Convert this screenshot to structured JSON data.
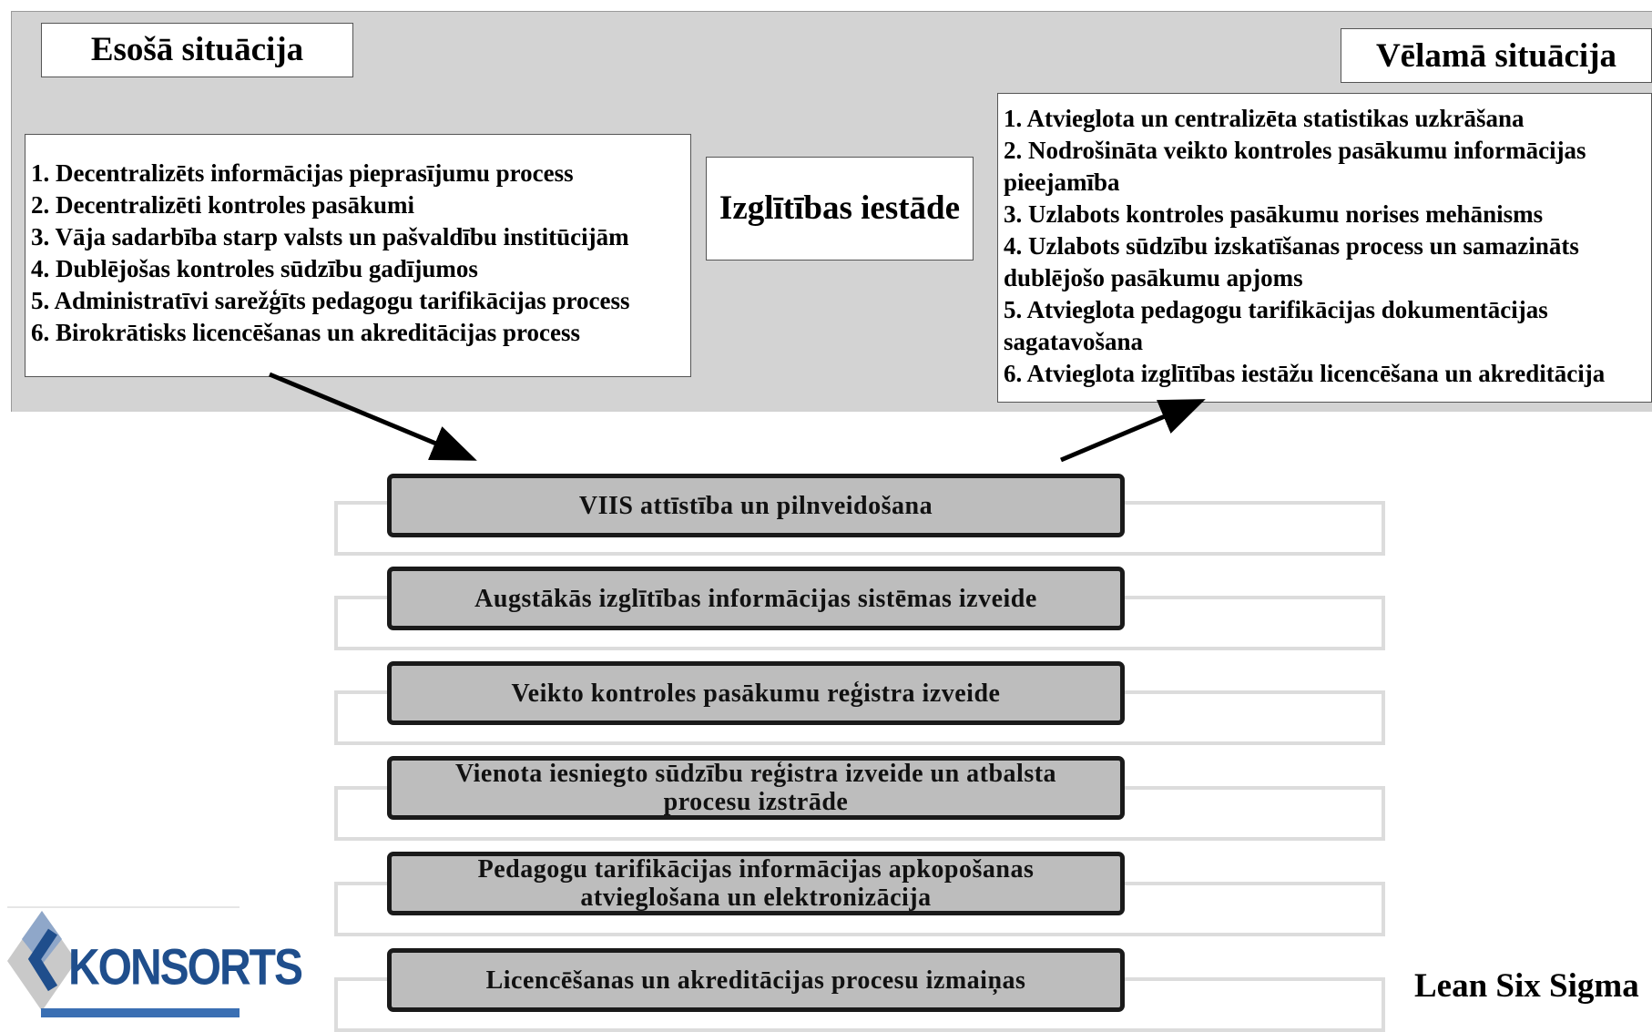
{
  "current": {
    "title": "Esošā situācija",
    "items": [
      "1. Decentralizēts informācijas pieprasījumu process",
      "2. Decentralizēti kontroles pasākumi",
      "3. Vāja sadarbība starp valsts un pašvaldību institūcijām",
      "4. Dublējošas kontroles sūdzību gadījumos",
      "5. Administratīvi sarežģīts pedagogu tarifikācijas process",
      "6. Birokrātisks licencēšanas un akreditācijas process"
    ]
  },
  "center": {
    "label": "Izglītības iestāde"
  },
  "desired": {
    "title": "Vēlamā situācija",
    "items": [
      "1. Atvieglota un centralizēta statistikas uzkrāšana",
      "2. Nodrošināta veikto kontroles pasākumu informācijas pieejamība",
      "3. Uzlabots kontroles pasākumu norises mehānisms",
      "4. Uzlabots sūdzību izskatīšanas process un samazināts dublējošo pasākumu apjoms",
      "5. Atvieglota pedagogu tarifikācijas dokumentācijas sagatavošana",
      "6. Atvieglota izglītības iestāžu licencēšana un akreditācija"
    ]
  },
  "initiatives": [
    "VIIS attīstība un pilnveidošana",
    "Augstākās izglītības informācijas sistēmas izveide",
    "Veikto kontroles pasākumu reģistra izveide",
    "Vienota iesniegto sūdzību reģistra izveide un atbalsta procesu izstrāde",
    "Pedagogu tarifikācijas informācijas apkopošanas atvieglošana un elektronizācija",
    "Licencēšanas un akreditācijas procesu izmaiņas"
  ],
  "logo": {
    "text": "KONSORTS",
    "color": "#1f4e8c"
  },
  "footer": {
    "label": "Lean Six Sigma"
  }
}
